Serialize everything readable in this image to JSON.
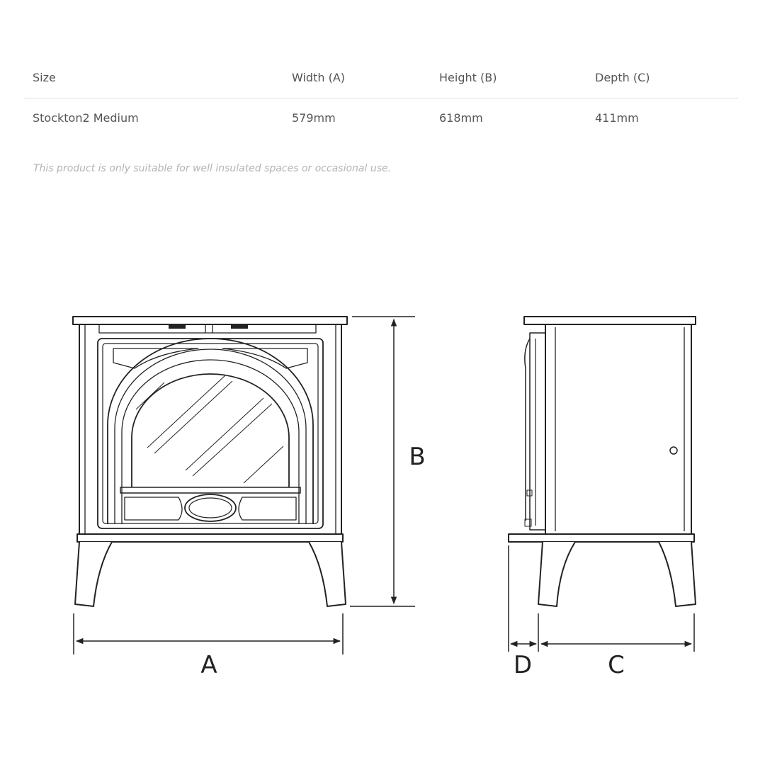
{
  "table": {
    "headers": [
      "Size",
      "Width (A)",
      "Height (B)",
      "Depth (C)"
    ],
    "rows": [
      [
        "Stockton2 Medium",
        "579mm",
        "618mm",
        "411mm"
      ]
    ]
  },
  "note": "This product is only suitable for well insulated spaces or occasional use.",
  "drawing": {
    "labels": {
      "a": "A",
      "b": "B",
      "c": "C",
      "d": "D"
    }
  }
}
